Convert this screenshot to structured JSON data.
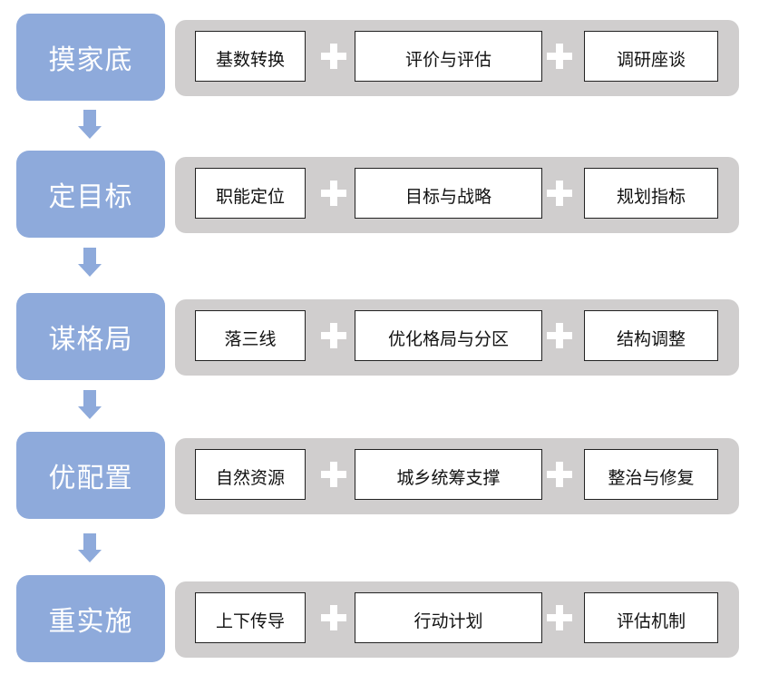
{
  "colors": {
    "stage_fill": "#8eaadb",
    "panel_fill": "#d0cece",
    "item_fill": "#ffffff",
    "item_border": "#222222",
    "plus_color": "#ffffff",
    "arrow_color": "#8eaadb"
  },
  "stages": [
    {
      "title": "摸家底",
      "items": [
        "基数转换",
        "评价与评估",
        "调研座谈"
      ]
    },
    {
      "title": "定目标",
      "items": [
        "职能定位",
        "目标与战略",
        "规划指标"
      ]
    },
    {
      "title": "谋格局",
      "items": [
        "落三线",
        "优化格局与分区",
        "结构调整"
      ]
    },
    {
      "title": "优配置",
      "items": [
        "自然资源",
        "城乡统筹支撑",
        "整治与修复"
      ]
    },
    {
      "title": "重实施",
      "items": [
        "上下传导",
        "行动计划",
        "评估机制"
      ]
    }
  ]
}
